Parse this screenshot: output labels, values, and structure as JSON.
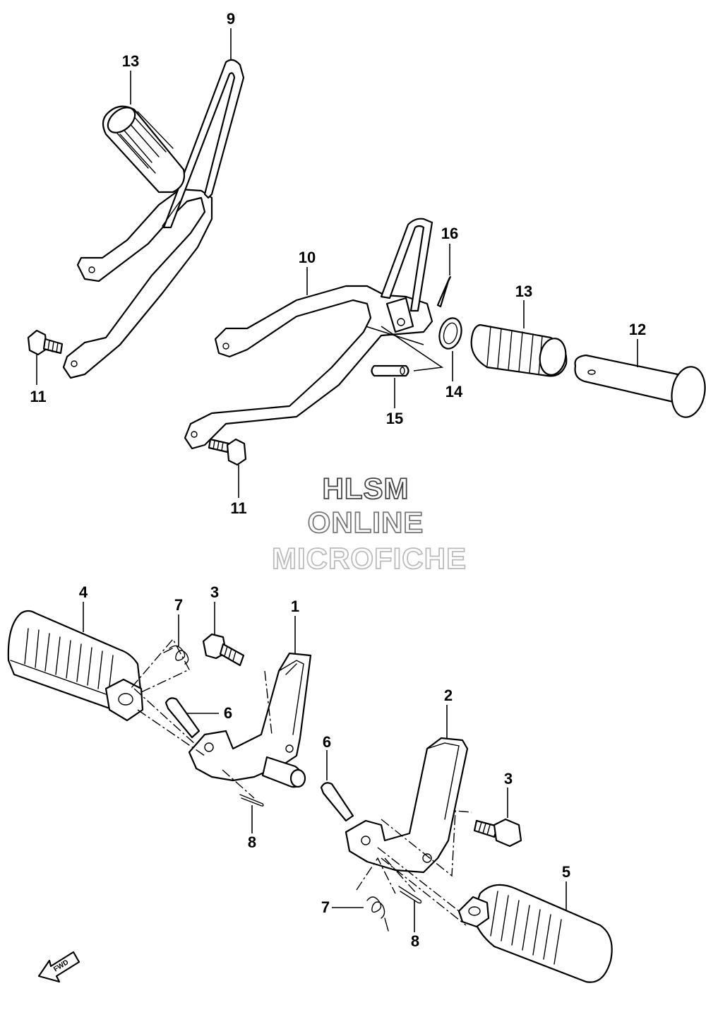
{
  "watermark": {
    "line1": "HLSM",
    "line2": "ONLINE",
    "line3": "MICROFICHE",
    "color1": "#444444",
    "color2": "#777777",
    "color3": "#bbbbbb"
  },
  "fwd_label": "FWD",
  "callouts": [
    {
      "id": "9",
      "label": "9"
    },
    {
      "id": "13a",
      "label": "13"
    },
    {
      "id": "11a",
      "label": "11"
    },
    {
      "id": "10",
      "label": "10"
    },
    {
      "id": "16",
      "label": "16"
    },
    {
      "id": "13b",
      "label": "13"
    },
    {
      "id": "12",
      "label": "12"
    },
    {
      "id": "14",
      "label": "14"
    },
    {
      "id": "15",
      "label": "15"
    },
    {
      "id": "11b",
      "label": "11"
    },
    {
      "id": "4",
      "label": "4"
    },
    {
      "id": "7a",
      "label": "7"
    },
    {
      "id": "3a",
      "label": "3"
    },
    {
      "id": "1",
      "label": "1"
    },
    {
      "id": "6a",
      "label": "6"
    },
    {
      "id": "8a",
      "label": "8"
    },
    {
      "id": "2",
      "label": "2"
    },
    {
      "id": "6b",
      "label": "6"
    },
    {
      "id": "3b",
      "label": "3"
    },
    {
      "id": "5",
      "label": "5"
    },
    {
      "id": "7b",
      "label": "7"
    },
    {
      "id": "8b",
      "label": "8"
    }
  ]
}
